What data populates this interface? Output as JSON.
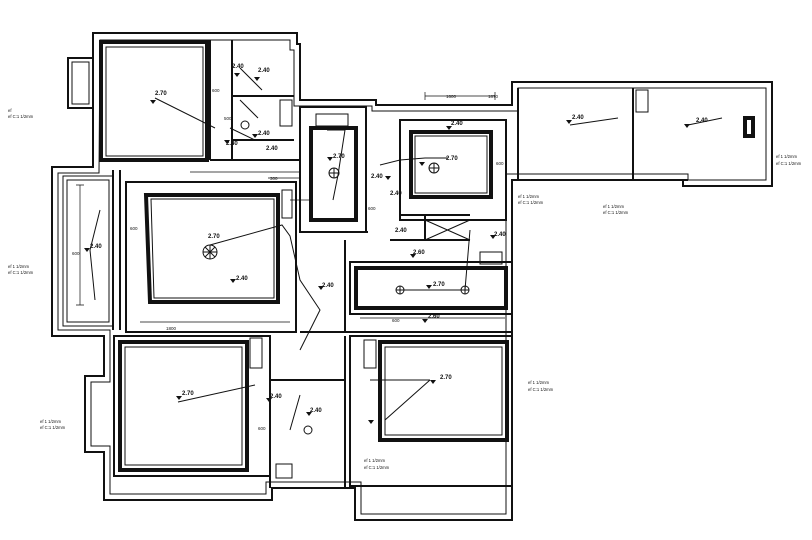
{
  "colors": {
    "line": "#111111",
    "background": "#ffffff"
  },
  "ceiling_levels": [
    {
      "id": "bedroom-nw-center",
      "value": "2.70"
    },
    {
      "id": "small-room-a",
      "value": "2.40"
    },
    {
      "id": "small-room-b",
      "value": "2.40"
    },
    {
      "id": "small-room-c",
      "value": "2.40"
    },
    {
      "id": "corridor-a",
      "value": "2.40"
    },
    {
      "id": "corridor-b",
      "value": "2.40"
    },
    {
      "id": "bath-n",
      "value": "2.70"
    },
    {
      "id": "bath-n-side",
      "value": "2.40"
    },
    {
      "id": "kitchen-top",
      "value": "2.40"
    },
    {
      "id": "kitchen-center",
      "value": "2.70"
    },
    {
      "id": "kitchen-side",
      "value": "2.40"
    },
    {
      "id": "ne-room-1",
      "value": "2.40"
    },
    {
      "id": "ne-room-2",
      "value": "2.40"
    },
    {
      "id": "west-strip",
      "value": "2.40"
    },
    {
      "id": "living-center",
      "value": "2.70"
    },
    {
      "id": "living-side",
      "value": "2.40"
    },
    {
      "id": "hall-1",
      "value": "2.40"
    },
    {
      "id": "hall-2",
      "value": "2.40"
    },
    {
      "id": "dining-top",
      "value": "2.60"
    },
    {
      "id": "dining-center",
      "value": "2.70"
    },
    {
      "id": "dining-bottom",
      "value": "2.60"
    },
    {
      "id": "dining-right",
      "value": "2.40"
    },
    {
      "id": "bedroom-sw",
      "value": "2.70"
    },
    {
      "id": "bath-s-1",
      "value": "2.40"
    },
    {
      "id": "bath-s-2",
      "value": "2.40"
    },
    {
      "id": "bedroom-se",
      "value": "2.70"
    }
  ],
  "dimension_labels": {
    "d1": "600",
    "d2": "500",
    "d3": "600",
    "d4": "300",
    "d5": "600",
    "d6": "1600",
    "d7": "1870",
    "d8": "600",
    "d9": "600",
    "d10": "1800",
    "d11": "600",
    "d12": "600"
  },
  "window_notes": [
    {
      "id": "w-nw",
      "l1": "ef ",
      "l2": "ef C:1 1/2mm"
    },
    {
      "id": "w-w",
      "l1": "ef 1 1/2mm",
      "l2": "ef C:1 1/2mm"
    },
    {
      "id": "w-sw",
      "l1": "ef 1 1/2mm",
      "l2": "ef C:1 1/2mm"
    },
    {
      "id": "w-s",
      "l1": "ef 1 1/2mm",
      "l2": "ef C:1 1/2mm"
    },
    {
      "id": "w-se",
      "l1": "ef 1 1/2mm",
      "l2": "ef C:1 1/2mm"
    },
    {
      "id": "w-mid",
      "l1": "ef 1 1/2mm",
      "l2": "ef C:1 1/2mm"
    },
    {
      "id": "w-ne-a",
      "l1": "ef 1 1/2mm",
      "l2": "ef C:1 1/2mm"
    },
    {
      "id": "w-ne-b",
      "l1": "ef 1 1/2mm",
      "l2": "ef C:1 1/2mm"
    }
  ]
}
